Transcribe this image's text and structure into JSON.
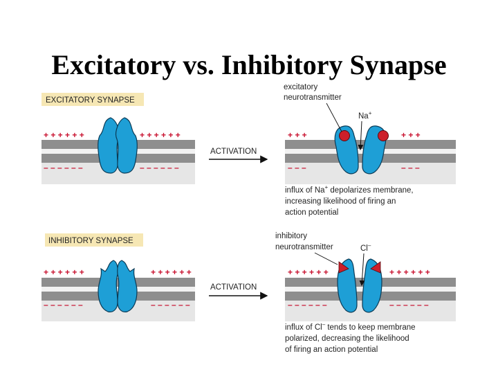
{
  "slide": {
    "title": "Excitatory vs. Inhibitory Synapse"
  },
  "excitatory": {
    "label": "EXCITATORY SYNAPSE",
    "outside_charges": "+ + + + + +",
    "inside_charges": "– – – – – –",
    "activation": "ACTIVATION",
    "neurotransmitter_line1": "excitatory",
    "neurotransmitter_line2": "neurotransmitter",
    "ion": "Na",
    "ion_charge": "+",
    "activated_outside": "+     +     +",
    "activated_inside": "–     –     –",
    "caption_line1_a": "influx of Na",
    "caption_line1_sup": "+",
    "caption_line1_b": " depolarizes membrane,",
    "caption_line2": "increasing likelihood of firing an",
    "caption_line3": "action potential"
  },
  "inhibitory": {
    "label": "INHIBITORY SYNAPSE",
    "outside_charges": "+ + + + + +",
    "inside_charges": "– – – – – –",
    "activation": "ACTIVATION",
    "neurotransmitter_line1": "inhibitory",
    "neurotransmitter_line2": "neurotransmitter",
    "ion": "Cl",
    "ion_charge": "–",
    "activated_outside": "+ + + + + +",
    "activated_inside": "– – – – – –",
    "caption_line1_a": "influx of Cl",
    "caption_line1_sup": "–",
    "caption_line1_b": " tends to keep membrane",
    "caption_line2": "polarized, decreasing the likelihood",
    "caption_line3": "of firing an action potential"
  },
  "colors": {
    "channel": "#1e9fd6",
    "channel_outline": "#0b3a55",
    "membrane_band": "#8e8e8e",
    "membrane_gap": "#f2f2f2",
    "inner_region": "#e6e6e6",
    "label_bg": "#f6e7b4",
    "charge": "#c8102e",
    "excitatory_nt": "#cc1f2a",
    "inhibitory_nt": "#cc1f2a"
  }
}
